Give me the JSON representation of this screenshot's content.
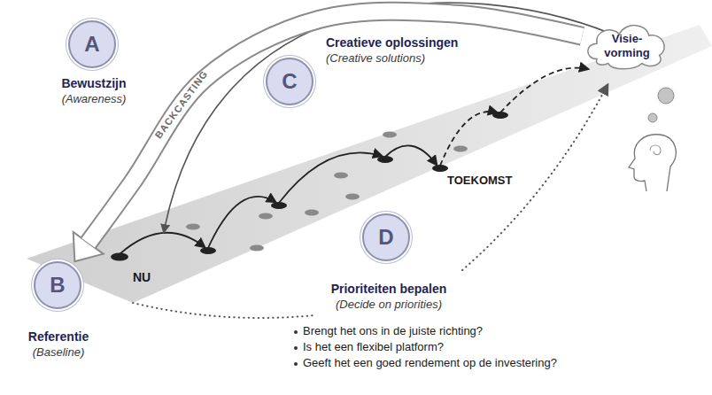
{
  "diagram": {
    "nodes": [
      {
        "text": [
          "A",
          "Bewustzijn",
          "(Awareness)"
        ]
      },
      {
        "text": [
          "B",
          "Referentie",
          "(Baseline)"
        ]
      },
      {
        "text": [
          "C",
          "Creatieve oplossingen",
          "(Creative solutions)"
        ]
      },
      {
        "text": [
          "D",
          "Prioriteiten bepalen",
          "(Decide on priorities)"
        ]
      },
      {
        "text": [
          "Visie- vorming"
        ]
      }
    ],
    "edges": [
      {
        "from": 4,
        "to": 1,
        "arrow": "to",
        "label": "BACKCASTING"
      }
    ],
    "labels": [
      "NU",
      "TOEKOMST",
      "Brengt het ons in de juiste richting?",
      "Is het een flexibel platform?",
      "Geeft het een goed rendement op de investering?"
    ]
  }
}
